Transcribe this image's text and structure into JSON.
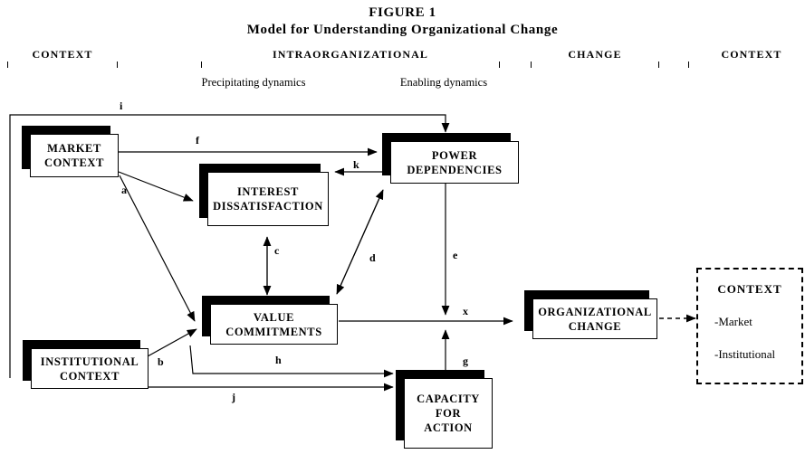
{
  "figure": {
    "number": "FIGURE 1",
    "subtitle": "Model for Understanding Organizational Change"
  },
  "brackets": [
    {
      "id": "context-left",
      "label": "CONTEXT"
    },
    {
      "id": "intraorganizational",
      "label": "INTRAORGANIZATIONAL"
    },
    {
      "id": "change",
      "label": "CHANGE"
    },
    {
      "id": "context-right",
      "label": "CONTEXT"
    }
  ],
  "sublabels": [
    {
      "id": "precipitating",
      "text": "Precipitating\ndynamics"
    },
    {
      "id": "enabling",
      "text": "Enabling\ndynamics"
    }
  ],
  "nodes": [
    {
      "id": "market-context",
      "label": "MARKET\nCONTEXT"
    },
    {
      "id": "interest-dissatisfaction",
      "label": "INTEREST\nDISSATISFACTION"
    },
    {
      "id": "power-dependencies",
      "label": "POWER\nDEPENDENCIES"
    },
    {
      "id": "value-commitments",
      "label": "VALUE\nCOMMITMENTS"
    },
    {
      "id": "institutional-context",
      "label": "INSTITUTIONAL\nCONTEXT"
    },
    {
      "id": "capacity-for-action",
      "label": "CAPACITY\nFOR\nACTION"
    },
    {
      "id": "organizational-change",
      "label": "ORGANIZATIONAL\nCHANGE"
    }
  ],
  "outcome": {
    "title": "CONTEXT",
    "items": [
      "-Market",
      "-Institutional"
    ]
  },
  "edges": [
    {
      "id": "i",
      "label": "i",
      "from": "market-context",
      "to": "power-dependencies"
    },
    {
      "id": "f",
      "label": "f",
      "from": "market-context",
      "to": "power-dependencies"
    },
    {
      "id": "a",
      "label": "a",
      "from": "market-context",
      "to": "interest-dissatisfaction"
    },
    {
      "id": "k",
      "label": "k",
      "from": "power-dependencies",
      "to": "interest-dissatisfaction"
    },
    {
      "id": "c",
      "label": "c",
      "from": "interest-dissatisfaction",
      "to": "value-commitments"
    },
    {
      "id": "d",
      "label": "d",
      "from": "value-commitments",
      "to": "power-dependencies"
    },
    {
      "id": "e",
      "label": "e",
      "from": "power-dependencies",
      "to": "organizational-change"
    },
    {
      "id": "x",
      "label": "x",
      "from": "value-commitments",
      "to": "organizational-change"
    },
    {
      "id": "b",
      "label": "b",
      "from": "institutional-context",
      "to": "value-commitments"
    },
    {
      "id": "h",
      "label": "h",
      "from": "value-commitments",
      "to": "capacity-for-action"
    },
    {
      "id": "j",
      "label": "j",
      "from": "institutional-context",
      "to": "capacity-for-action"
    },
    {
      "id": "g",
      "label": "g",
      "from": "capacity-for-action",
      "to": "organizational-change"
    }
  ]
}
